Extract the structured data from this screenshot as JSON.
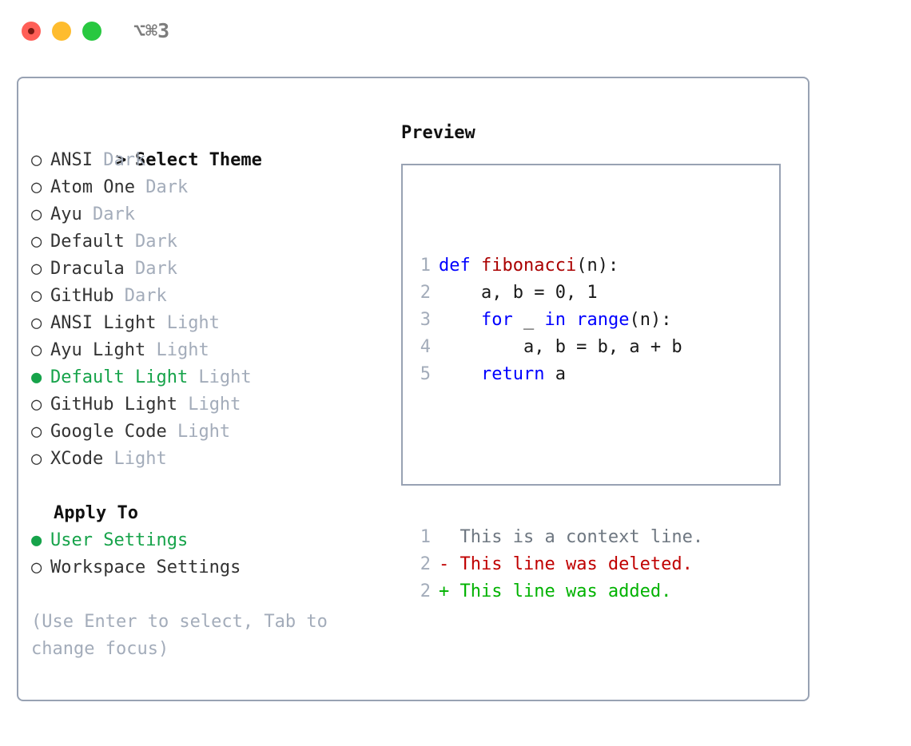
{
  "titlebar": {
    "shortcut": "⌥⌘3",
    "buttons": [
      {
        "name": "close",
        "color": "#ff5f57"
      },
      {
        "name": "minimize",
        "color": "#febc2e"
      },
      {
        "name": "maximize",
        "color": "#28c840"
      }
    ]
  },
  "theme_section": {
    "heading_prefix": "> ",
    "heading": "Select Theme",
    "items": [
      {
        "bullet": "○ ",
        "name": "ANSI",
        "variant": " Dark",
        "selected": false
      },
      {
        "bullet": "○ ",
        "name": "Atom One",
        "variant": " Dark",
        "selected": false
      },
      {
        "bullet": "○ ",
        "name": "Ayu",
        "variant": " Dark",
        "selected": false
      },
      {
        "bullet": "○ ",
        "name": "Default",
        "variant": " Dark",
        "selected": false
      },
      {
        "bullet": "○ ",
        "name": "Dracula",
        "variant": " Dark",
        "selected": false
      },
      {
        "bullet": "○ ",
        "name": "GitHub",
        "variant": " Dark",
        "selected": false
      },
      {
        "bullet": "○ ",
        "name": "ANSI Light",
        "variant": " Light",
        "selected": false
      },
      {
        "bullet": "○ ",
        "name": "Ayu Light",
        "variant": " Light",
        "selected": false
      },
      {
        "bullet": "● ",
        "name": "Default Light",
        "variant": " Light",
        "selected": true
      },
      {
        "bullet": "○ ",
        "name": "GitHub Light",
        "variant": " Light",
        "selected": false
      },
      {
        "bullet": "○ ",
        "name": "Google Code",
        "variant": " Light",
        "selected": false
      },
      {
        "bullet": "○ ",
        "name": "XCode",
        "variant": " Light",
        "selected": false
      }
    ]
  },
  "apply_section": {
    "label": "Apply To",
    "items": [
      {
        "bullet": "● ",
        "name": "User Settings",
        "selected": true
      },
      {
        "bullet": "○ ",
        "name": "Workspace Settings",
        "selected": false
      }
    ]
  },
  "hint": "(Use Enter to select, Tab to change focus)",
  "preview": {
    "title": "Preview",
    "code_lines": [
      {
        "no": "1",
        "segments": [
          {
            "text": "def ",
            "cls": "kw"
          },
          {
            "text": "fibonacci",
            "cls": "fn"
          },
          {
            "text": "(n):",
            "cls": "pl"
          }
        ]
      },
      {
        "no": "2",
        "segments": [
          {
            "text": "    a, b = 0, 1",
            "cls": "pl"
          }
        ]
      },
      {
        "no": "3",
        "segments": [
          {
            "text": "    ",
            "cls": "pl"
          },
          {
            "text": "for",
            "cls": "kw"
          },
          {
            "text": " _ ",
            "cls": "pl"
          },
          {
            "text": "in",
            "cls": "kw"
          },
          {
            "text": " ",
            "cls": "pl"
          },
          {
            "text": "range",
            "cls": "kw"
          },
          {
            "text": "(n):",
            "cls": "pl"
          }
        ]
      },
      {
        "no": "4",
        "segments": [
          {
            "text": "        a, b = b, a + b",
            "cls": "pl"
          }
        ]
      },
      {
        "no": "5",
        "segments": [
          {
            "text": "    ",
            "cls": "pl"
          },
          {
            "text": "return",
            "cls": "kw"
          },
          {
            "text": " a",
            "cls": "pl"
          }
        ]
      }
    ],
    "diff_lines": [
      {
        "no": "1",
        "marker": "  ",
        "text": "This is a context line.",
        "cls": "ctx"
      },
      {
        "no": "2",
        "marker": "- ",
        "text": "This line was deleted.",
        "cls": "del"
      },
      {
        "no": "2",
        "marker": "+ ",
        "text": "This line was added.",
        "cls": "add"
      }
    ]
  },
  "colors": {
    "accent_green": "#16a34a",
    "added_green": "#00b200",
    "deleted_red": "#c00000",
    "keyword_blue": "#0000ff",
    "function_red": "#aa0000",
    "muted_gray": "#a3acba",
    "border_gray": "#98a2b3"
  }
}
